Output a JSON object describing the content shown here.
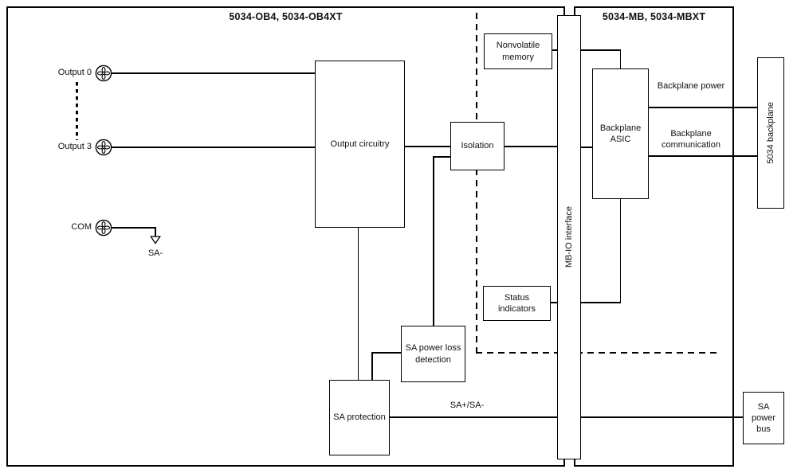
{
  "sections": {
    "left": {
      "title": "5034-OB4, 5034-OB4XT"
    },
    "right": {
      "title": "5034-MB, 5034-MBXT"
    }
  },
  "blocks": {
    "output_circuitry": "Output circuitry",
    "isolation": "Isolation",
    "nonvolatile_memory": "Nonvolatile memory",
    "status_indicators": "Status indicators",
    "sa_power_loss_detection": "SA power loss detection",
    "sa_protection": "SA protection",
    "backplane_asic": "Backplane ASIC",
    "mb_io_interface": "MB-IO interface",
    "backplane_5034": "5034 backplane",
    "sa_power_bus": "SA power bus"
  },
  "terminals": {
    "output0": "Output 0",
    "output3": "Output 3",
    "com": "COM"
  },
  "line_labels": {
    "backplane_power": "Backplane power",
    "backplane_communication": "Backplane communication",
    "sa_plus_minus": "SA+/SA-",
    "sa_minus": "SA-"
  },
  "colors": {
    "line": "#000000",
    "background": "#ffffff"
  }
}
